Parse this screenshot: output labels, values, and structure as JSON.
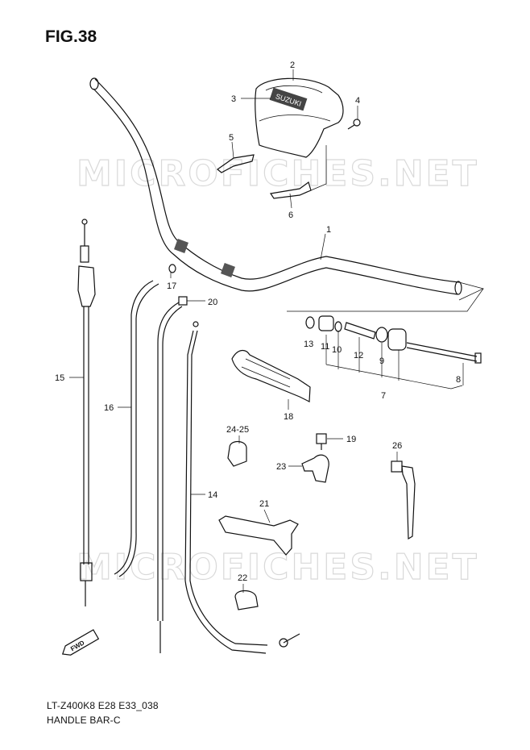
{
  "figure": {
    "title": "FIG.38",
    "model_code": "LT-Z400K8 E28 E33_038",
    "section_name": "HANDLE BAR-C"
  },
  "watermark": "MICROFICHES.NET",
  "cover_brand": "SUZUKI",
  "fwd_label": "FWD",
  "callouts": {
    "c1": "1",
    "c2": "2",
    "c3": "3",
    "c4": "4",
    "c5": "5",
    "c6": "6",
    "c7": "7",
    "c8": "8",
    "c9": "9",
    "c10": "10",
    "c11": "11",
    "c12": "12",
    "c13": "13",
    "c14": "14",
    "c15": "15",
    "c16": "16",
    "c17": "17",
    "c18": "18",
    "c19": "19",
    "c20": "20",
    "c21": "21",
    "c22": "22",
    "c23": "23",
    "c24_25": "24-25",
    "c26": "26"
  }
}
